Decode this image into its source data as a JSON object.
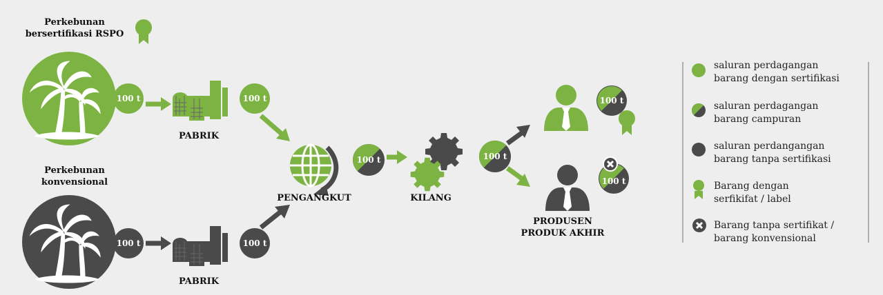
{
  "colors": {
    "background": "#eeeeee",
    "green": "#7cb342",
    "dark": "#4a4a4a",
    "white": "#ffffff"
  },
  "plantations": {
    "certified": {
      "line1": "Perkebunan",
      "line2": "bersertifikasi RSPO",
      "icon": "palm-tree-icon",
      "badge": "certificate-badge-icon"
    },
    "conventional": {
      "line1": "Perkebunan",
      "line2": "konvensional",
      "icon": "palm-tree-icon"
    }
  },
  "nodes": {
    "mill_top": "PABRIK",
    "mill_bottom": "PABRIK",
    "transporter": "PENGANGKUT",
    "refinery": "KILANG",
    "producer_line1": "PRODUSEN",
    "producer_line2": "PRODUK AKHIR"
  },
  "quantities": {
    "q_green_1": "100 t",
    "q_green_2": "100 t",
    "q_dark_1": "100 t",
    "q_dark_2": "100 t",
    "q_mixed_1": "100 t",
    "q_mixed_2": "100 t",
    "q_mixed_3": "100 t",
    "q_mixed_4": "100 t"
  },
  "legend": [
    {
      "icon": "green-circle-icon",
      "line1": "saluran perdagangan",
      "line2": "barang dengan sertifikasi"
    },
    {
      "icon": "mixed-circle-icon",
      "line1": "saluran perdagangan",
      "line2": "barang campuran"
    },
    {
      "icon": "dark-circle-icon",
      "line1": "saluran perdangangan",
      "line2": "barang tanpa sertifikasi"
    },
    {
      "icon": "certificate-badge-icon",
      "line1": "Barang dengan",
      "line2": "serfikifat / label"
    },
    {
      "icon": "x-mark-icon",
      "line1": "Barang tanpa sertifikat /",
      "line2": "barang konvensional"
    }
  ]
}
